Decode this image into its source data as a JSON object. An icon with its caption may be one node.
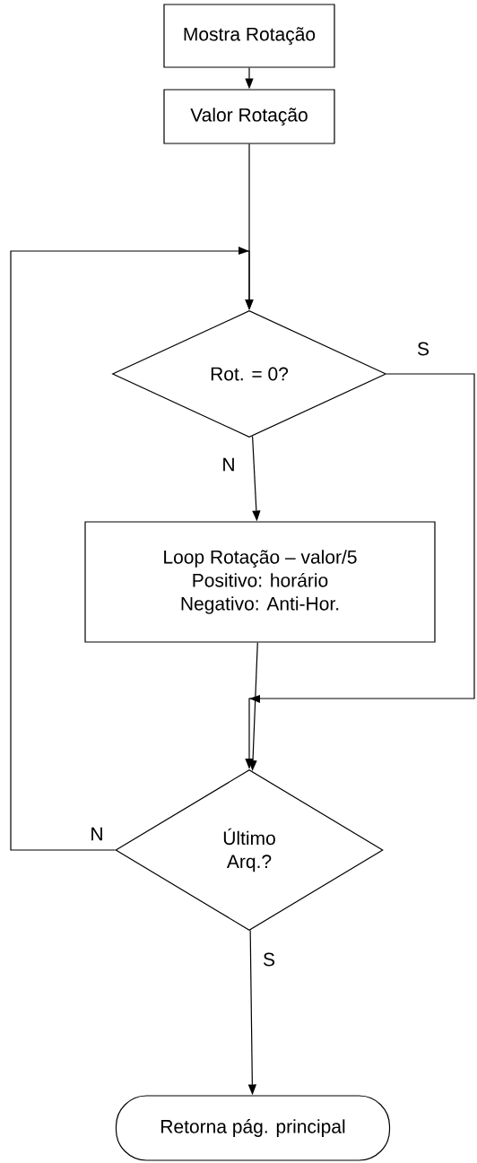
{
  "diagram": {
    "nodes": [
      {
        "text": [
          "Mostra Rotação"
        ]
      },
      {
        "text": [
          "Valor Rotação"
        ]
      },
      {
        "text": [
          "Rot. = 0?"
        ]
      },
      {
        "text": [
          "Loop Rotação – valor/5",
          "Positivo: horário",
          "Negativo: Anti-Hor."
        ]
      },
      {
        "text": [
          "Último Arq.?"
        ]
      },
      {
        "text": [
          "Retorna pág. principal"
        ]
      }
    ],
    "edges": [
      {
        "from": 0,
        "to": 1,
        "arrow": "to"
      },
      {
        "from": 1,
        "to": 2,
        "arrow": "to"
      },
      {
        "from": 4,
        "to": 2,
        "label": "N",
        "arrow": "to"
      },
      {
        "from": 2,
        "to": 3,
        "label": "N",
        "arrow": "to"
      },
      {
        "from": 2,
        "to": 4,
        "label": "S",
        "arrow": "to"
      },
      {
        "from": 3,
        "to": 4,
        "arrow": "to"
      },
      {
        "from": 4,
        "to": 5,
        "label": "S",
        "arrow": "to"
      }
    ]
  }
}
